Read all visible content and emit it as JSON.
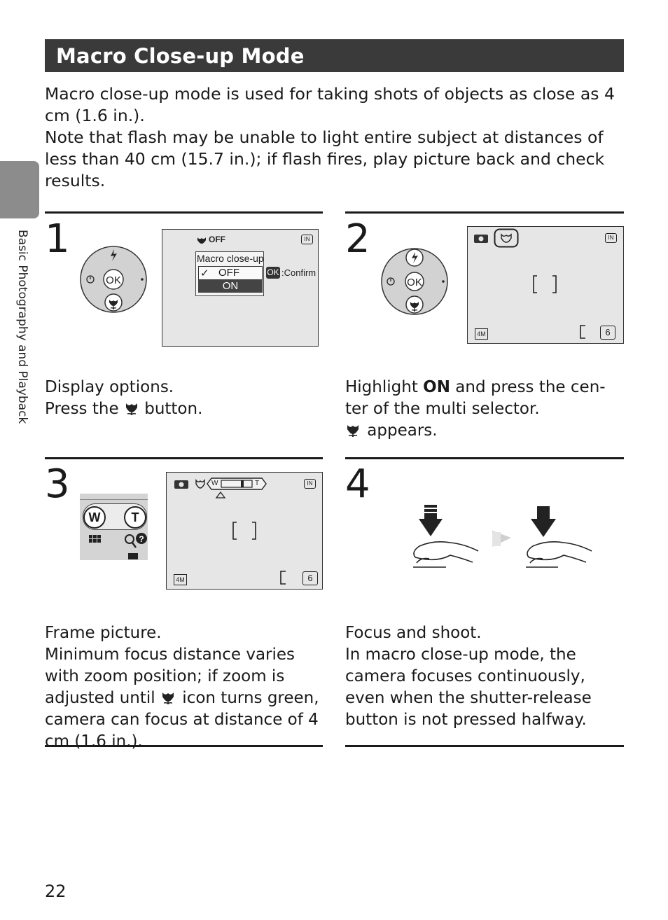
{
  "header": {
    "title": "Macro Close-up Mode"
  },
  "intro": {
    "line1": "Macro close-up mode is used for taking shots of objects as close as 4 cm (1.6 in.).",
    "line2": "Note that flash may be unable to light entire subject at distances of less than 40 cm (15.7 in.); if flash fires, play picture back and check results."
  },
  "side_label": "Basic Photography and Playback",
  "steps": [
    {
      "number": "1",
      "heading": "Display options.",
      "body_before": "Press the ",
      "body_after": " button.",
      "screen": {
        "top_icon_text": "OFF",
        "menu_title": "Macro close-up",
        "check": "✓",
        "opt_off": "OFF",
        "opt_on": "ON",
        "ok_label": "OK",
        "confirm": ":Confirm",
        "memory_icon": "IN"
      },
      "selector": {
        "center": "OK"
      }
    },
    {
      "number": "2",
      "heading_before": "Highlight ",
      "heading_bold": "ON",
      "heading_after": " and press the cen-ter of the multi selector.",
      "body_after": " appears.",
      "screen": {
        "memory_icon": "IN",
        "size_icon": "4M",
        "count": "6"
      },
      "selector": {
        "center": "OK"
      }
    },
    {
      "number": "3",
      "heading": "Frame picture.",
      "body_before": "Minimum focus distance varies with zoom position; if zoom is adjusted until ",
      "body_after": " icon turns green, camera can focus at distance of 4 cm (1.6 in.).",
      "screen": {
        "zoom_w": "W",
        "zoom_t": "T",
        "memory_icon": "IN",
        "size_icon": "4M",
        "count": "6"
      },
      "buttons": {
        "w": "W",
        "t": "T"
      }
    },
    {
      "number": "4",
      "heading": "Focus and shoot.",
      "body": "In macro close-up mode, the camera focuses continuously, even when the shutter-release button is not pressed halfway."
    }
  ],
  "page_number": "22",
  "colors": {
    "title_bar": "#3a3a3a",
    "side_tab": "#8c8c8c",
    "lcd_bg": "#e6e6e6"
  }
}
